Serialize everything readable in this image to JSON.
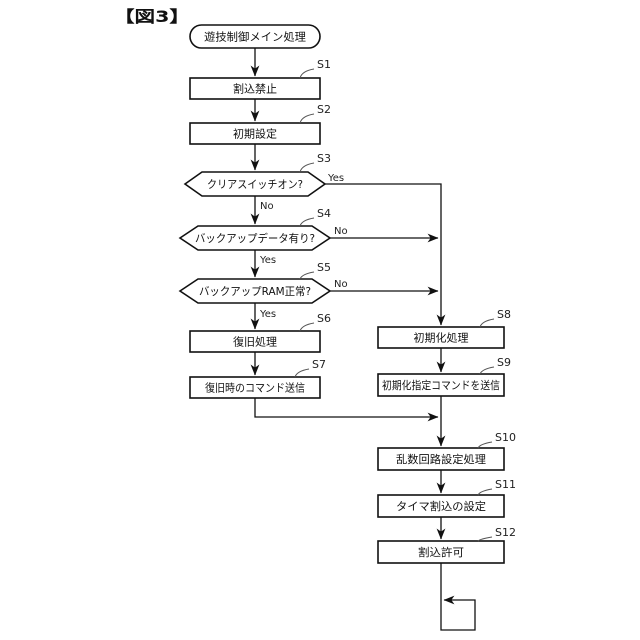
{
  "figure": {
    "title": "【図3】",
    "type": "flowchart",
    "start_label": "遊技制御メイン処理"
  },
  "steps": {
    "s1": {
      "id": "S1",
      "label": "割込禁止"
    },
    "s2": {
      "id": "S2",
      "label": "初期設定"
    },
    "s3": {
      "id": "S3",
      "label": "クリアスイッチオン?",
      "yes": "Yes",
      "no": "No"
    },
    "s4": {
      "id": "S4",
      "label": "バックアップデータ有り?",
      "yes": "Yes",
      "no": "No"
    },
    "s5": {
      "id": "S5",
      "label": "バックアップRAM正常?",
      "yes": "Yes",
      "no": "No"
    },
    "s6": {
      "id": "S6",
      "label": "復旧処理"
    },
    "s7": {
      "id": "S7",
      "label": "復旧時のコマンド送信"
    },
    "s8": {
      "id": "S8",
      "label": "初期化処理"
    },
    "s9": {
      "id": "S9",
      "label": "初期化指定コマンドを送信"
    },
    "s10": {
      "id": "S10",
      "label": "乱数回路設定処理"
    },
    "s11": {
      "id": "S11",
      "label": "タイマ割込の設定"
    },
    "s12": {
      "id": "S12",
      "label": "割込許可"
    }
  },
  "colors": {
    "line": "#111111",
    "background": "#ffffff"
  }
}
